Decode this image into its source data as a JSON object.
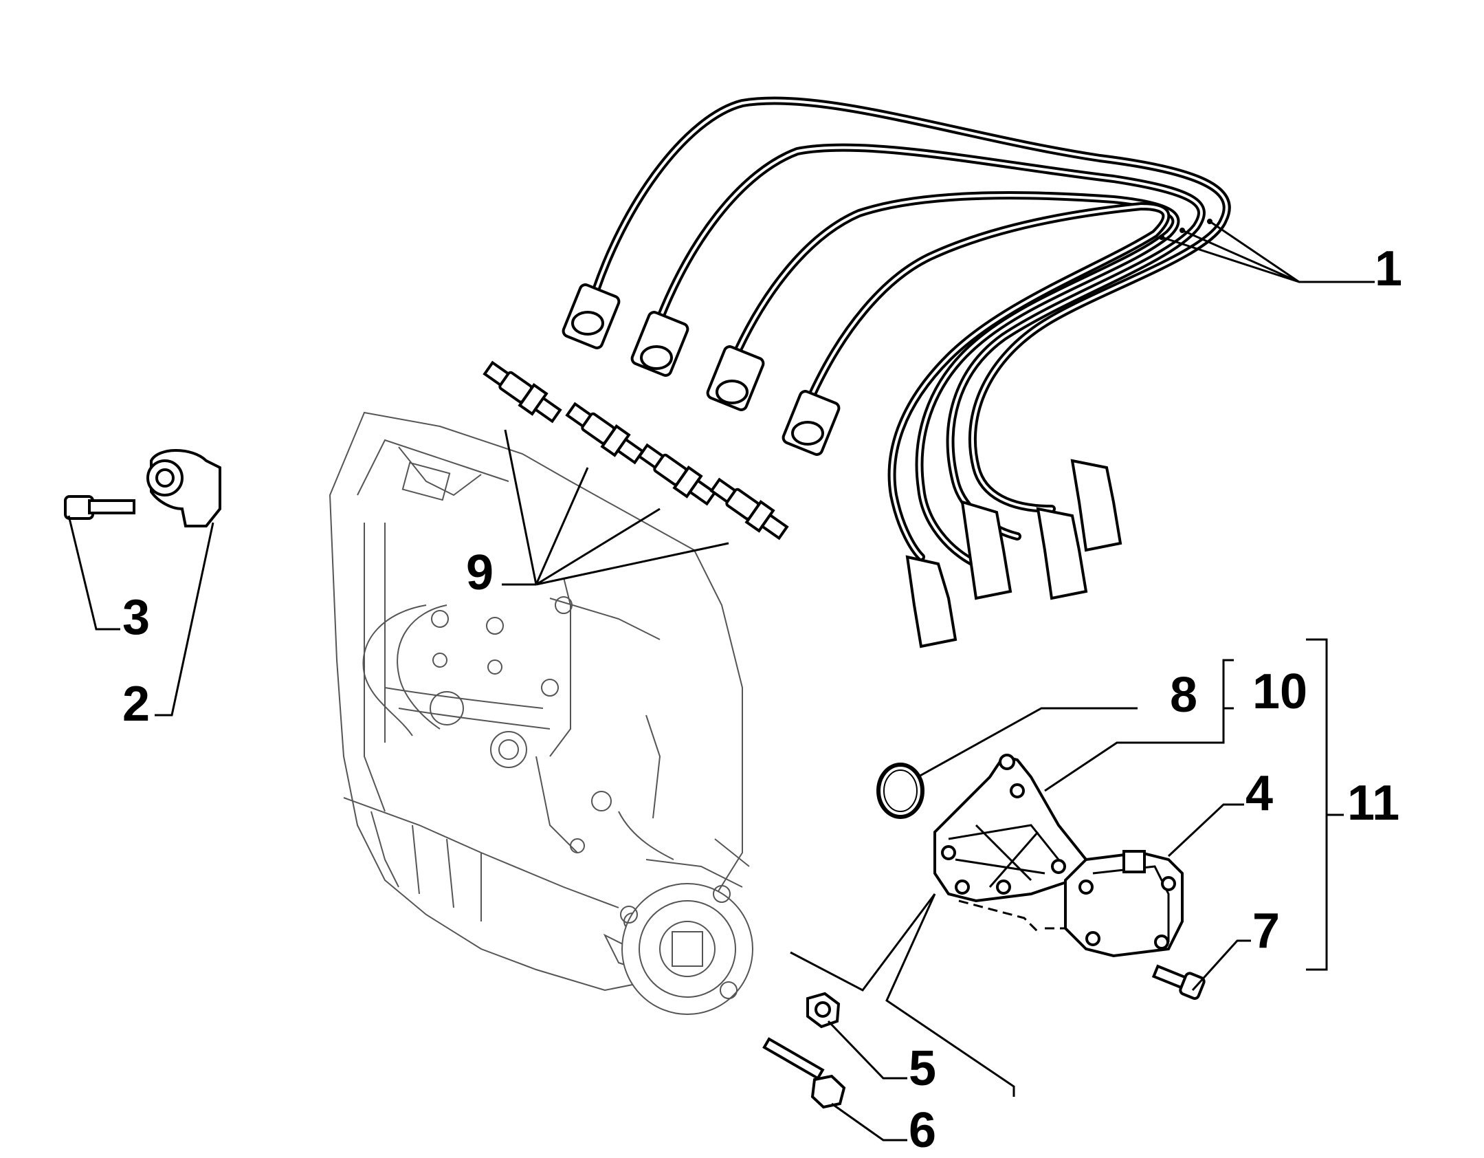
{
  "diagram": {
    "colors": {
      "ink": "#000000",
      "engine_outline": "#555555",
      "background": "#ffffff"
    },
    "callouts": [
      {
        "id": "1",
        "text": "1"
      },
      {
        "id": "2",
        "text": "2"
      },
      {
        "id": "3",
        "text": "3"
      },
      {
        "id": "4",
        "text": "4"
      },
      {
        "id": "5",
        "text": "5"
      },
      {
        "id": "6",
        "text": "6"
      },
      {
        "id": "7",
        "text": "7"
      },
      {
        "id": "8",
        "text": "8"
      },
      {
        "id": "9",
        "text": "9"
      },
      {
        "id": "10",
        "text": "10"
      },
      {
        "id": "11",
        "text": "11"
      }
    ],
    "parts": [
      {
        "callout": "1",
        "icon": "ignition-cable-set-icon"
      },
      {
        "callout": "2",
        "icon": "knock-sensor-icon"
      },
      {
        "callout": "3",
        "icon": "sensor-bolt-icon"
      },
      {
        "callout": "4",
        "icon": "ignition-coil-icon"
      },
      {
        "callout": "5",
        "icon": "hex-nut-icon"
      },
      {
        "callout": "6",
        "icon": "stud-bolt-icon"
      },
      {
        "callout": "7",
        "icon": "coil-screw-icon"
      },
      {
        "callout": "8",
        "icon": "o-ring-icon"
      },
      {
        "callout": "9",
        "icon": "spark-plug-icon"
      },
      {
        "callout": "10",
        "icon": "coil-bracket-icon"
      },
      {
        "callout": "11",
        "icon": "coil-assembly-bracket-icon"
      }
    ]
  }
}
